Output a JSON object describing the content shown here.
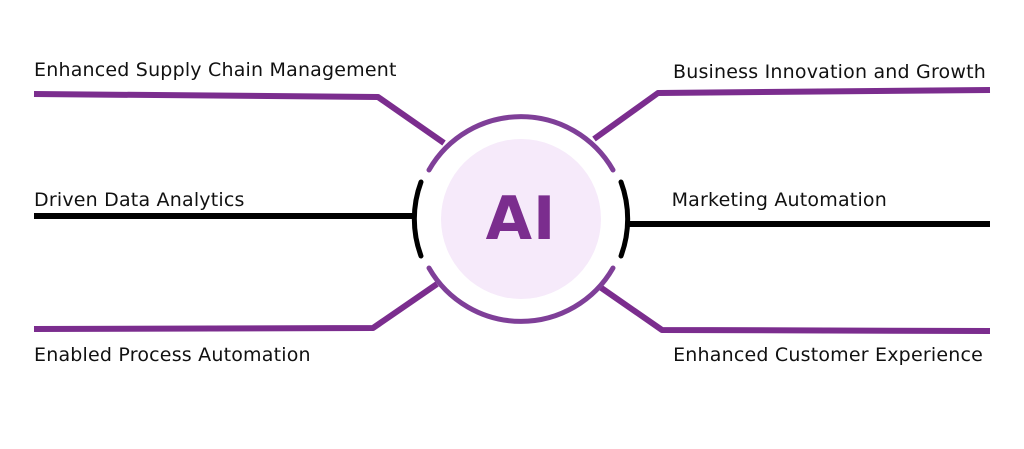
{
  "center": {
    "label": "AI"
  },
  "colors": {
    "accent": "#7b2d8e",
    "ring": "#7f3f98",
    "center_fill": "#f6eafa",
    "neutral_line": "#000000",
    "text": "#111111"
  },
  "branches": {
    "top_left": "Enhanced Supply Chain Management",
    "middle_left": "Driven Data Analytics",
    "bottom_left": "Enabled Process Automation",
    "top_right": "Business Innovation and Growth",
    "middle_right": "Marketing Automation",
    "bottom_right": "Enhanced Customer Experience"
  }
}
